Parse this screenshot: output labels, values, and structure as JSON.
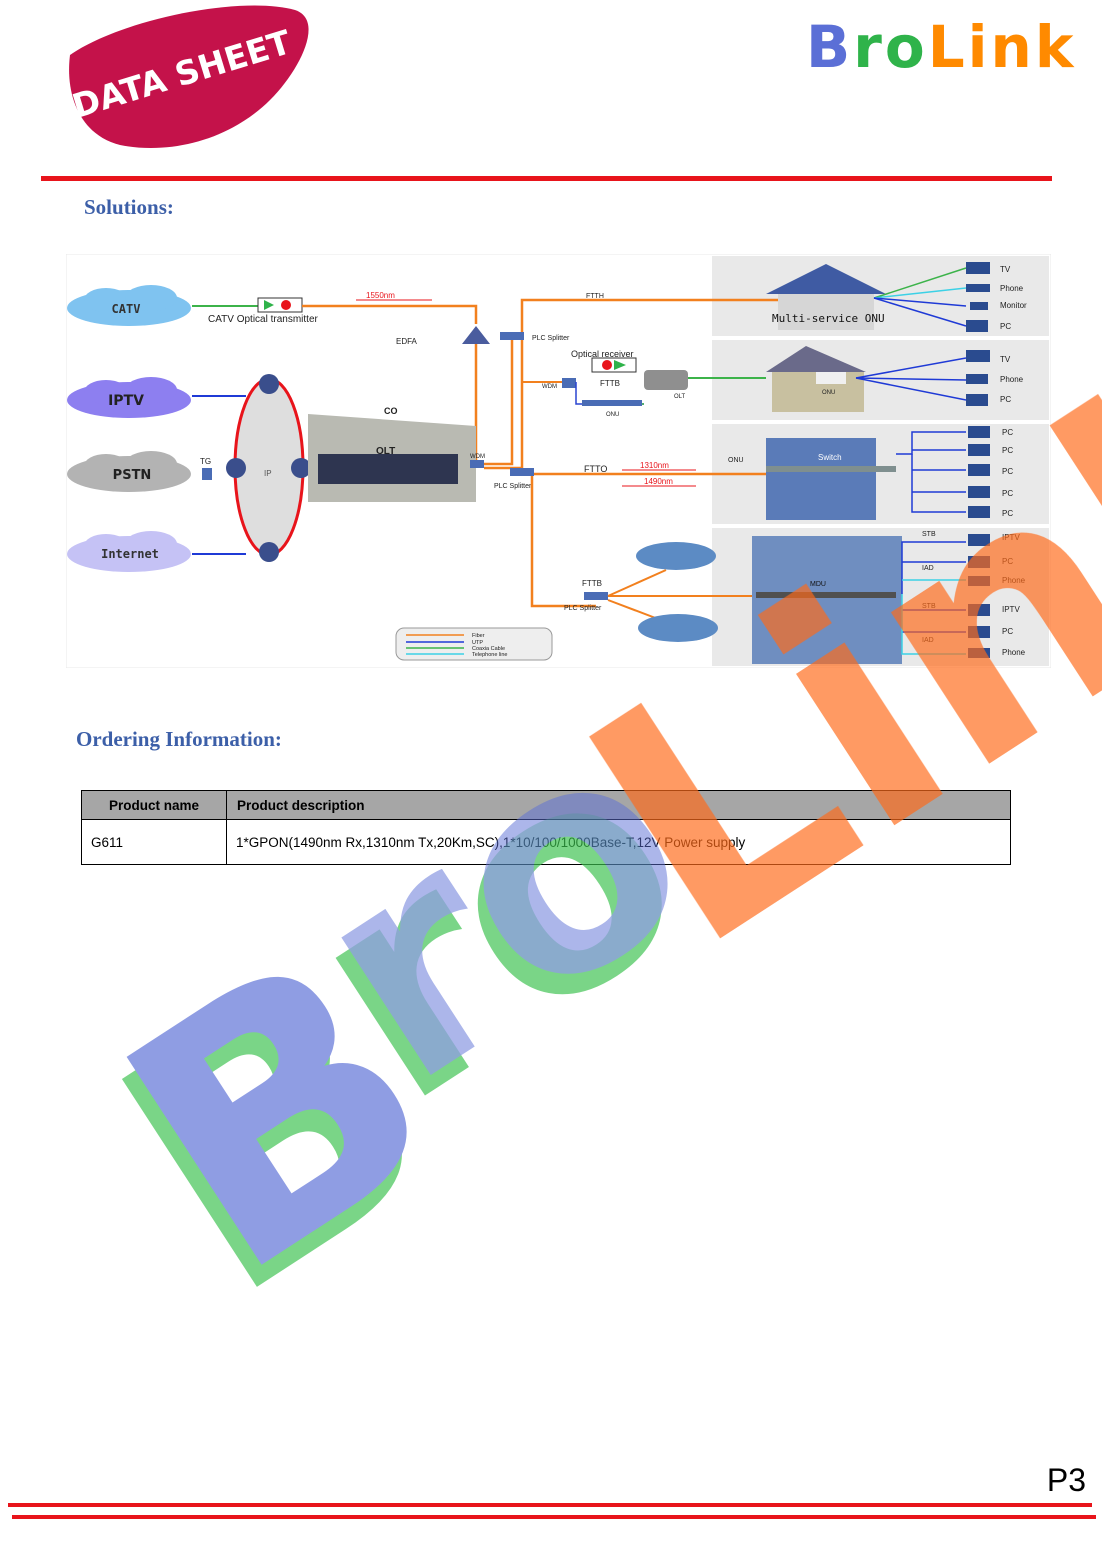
{
  "header": {
    "badge_text": "DATA SHEET",
    "brand_letters": [
      {
        "ch": "B",
        "color": "#5b6fd6"
      },
      {
        "ch": "r",
        "color": "#2fb34a"
      },
      {
        "ch": "o",
        "color": "#2fb34a"
      },
      {
        "ch": "L",
        "color": "#ff8a00"
      },
      {
        "ch": "i",
        "color": "#ff8a00"
      },
      {
        "ch": "n",
        "color": "#ff8a00"
      },
      {
        "ch": "k",
        "color": "#ff8a00"
      }
    ]
  },
  "colors": {
    "accent_red": "#e8141b",
    "heading_blue": "#3c5fa8",
    "table_header_gray": "#a6a6a6"
  },
  "sections": {
    "solutions": "Solutions:",
    "ordering": "Ordering Information:"
  },
  "diagram": {
    "sources": [
      "CATV",
      "IPTV",
      "PSTN",
      "Internet"
    ],
    "labels": {
      "catv_tx": "CATV Optical transmitter",
      "wavelength_1550": "1550nm",
      "edfa": "EDFA",
      "tg": "TG",
      "ip": "IP",
      "co": "CO",
      "olt": "OLT",
      "wdm": "WDM",
      "ftth": "FTTH",
      "plc1": "PLC Splitter",
      "optical_receiver": "Optical receiver",
      "wdm2": "WDM",
      "fttb": "FTTB",
      "onu_small": "ONU",
      "olt_small": "OLT",
      "plc2": "PLC Splitter",
      "ftto": "FTTO",
      "w1310": "1310nm",
      "w1490": "1490nm",
      "onu_b": "ONU",
      "switch": "Switch",
      "fttb2": "FTTB",
      "plc3": "PLC Splitter",
      "mdu": "MDU",
      "multi_onu": "Multi-service ONU",
      "onu_house": "ONU"
    },
    "panel1_devices": [
      "TV",
      "Phone",
      "Monitor",
      "PC"
    ],
    "panel2_devices": [
      "TV",
      "Phone",
      "PC"
    ],
    "panel3_devices": [
      "PC",
      "PC",
      "PC",
      "PC",
      "PC"
    ],
    "panel4": {
      "stb": "STB",
      "iad": "IAD",
      "devices": [
        "IPTV",
        "PC",
        "Phone",
        "IPTV",
        "PC",
        "Phone"
      ]
    },
    "legend": [
      "Fiber",
      "UTP",
      "Coaxia Cable",
      "Telephone line"
    ]
  },
  "table": {
    "headers": [
      "Product name",
      "Product description"
    ],
    "rows": [
      [
        "G611",
        "1*GPON(1490nm Rx,1310nm Tx,20Km,SC),1*10/100/1000Base-T,12V Power supply"
      ]
    ]
  },
  "footer": {
    "page_number": "P3"
  }
}
